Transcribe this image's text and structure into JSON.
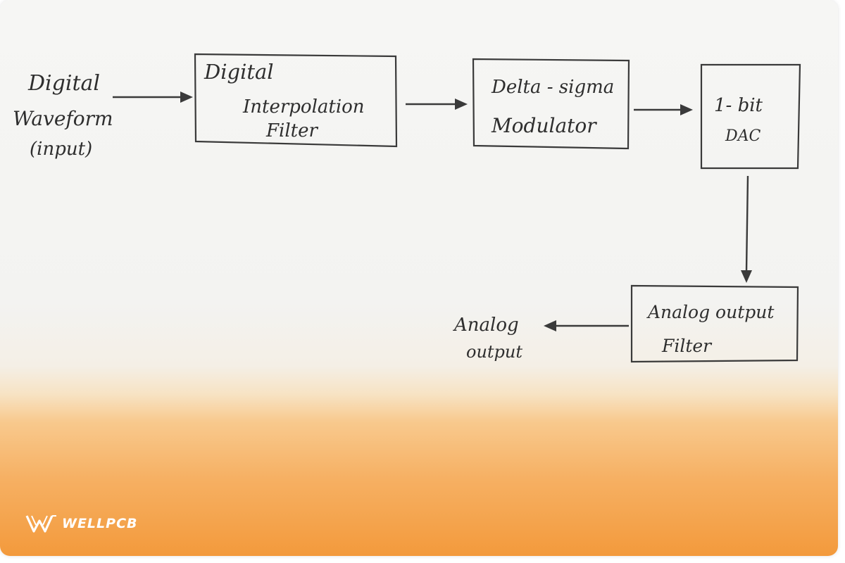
{
  "diagram": {
    "input_label": [
      "Digital",
      "Waveform",
      "(input)"
    ],
    "blocks": {
      "interpolation_filter": [
        "Digital",
        "Interpolation",
        "Filter"
      ],
      "delta_sigma": [
        "Delta - sigma",
        "Modulator"
      ],
      "dac": [
        "1- bit",
        "DAC"
      ],
      "analog_filter": [
        "Analog output",
        "Filter"
      ]
    },
    "output_label": [
      "Analog",
      "output"
    ]
  },
  "watermark": {
    "text": "WELLPCB",
    "icon": "wellpcb-logo-icon",
    "color": "#ffffff"
  },
  "colors": {
    "ink": "#3a3a3a",
    "paper": "#f6f6f4",
    "band": "#f39a3c"
  }
}
